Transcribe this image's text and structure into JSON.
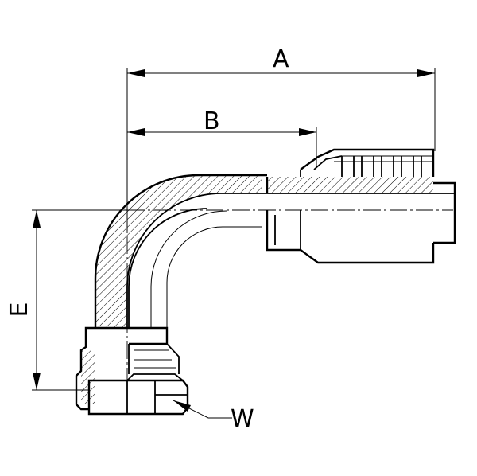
{
  "dimensions": {
    "a_label": "A",
    "b_label": "B",
    "e_label": "E",
    "w_label": "W"
  },
  "colors": {
    "line": "#000000",
    "background": "#ffffff"
  }
}
